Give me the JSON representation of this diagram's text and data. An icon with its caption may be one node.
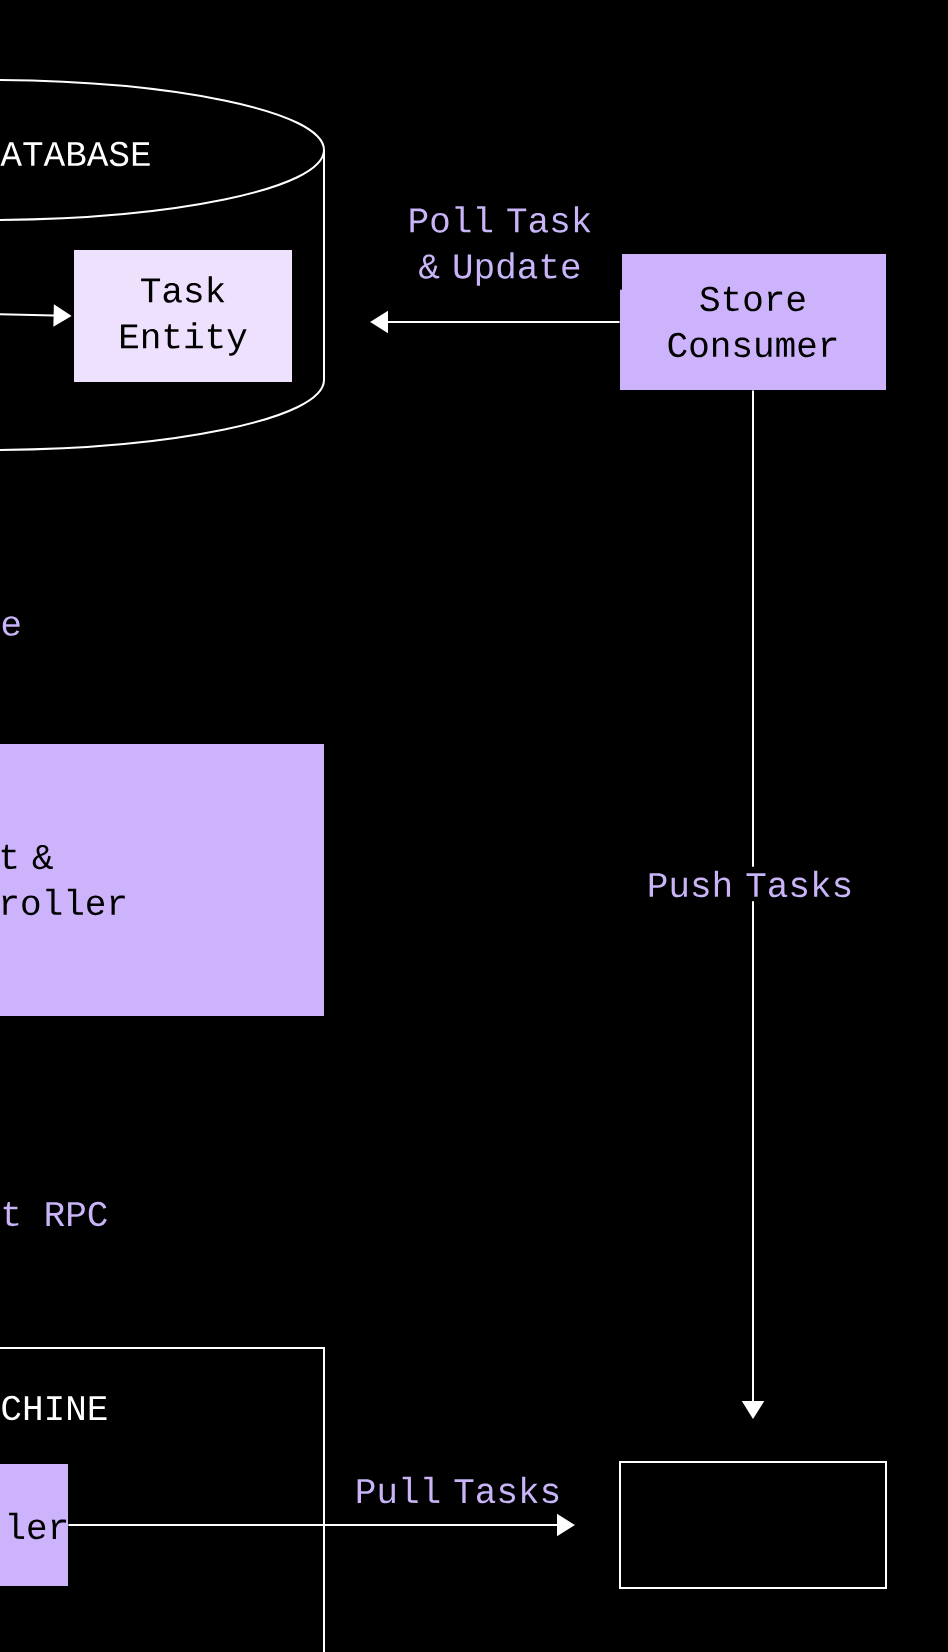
{
  "diagram": {
    "nodes": [
      {
        "text": [
          "ATABASE"
        ]
      },
      {
        "text": [
          "Task Entity"
        ],
        "in": 0
      },
      {
        "text": [
          "Store Consumer"
        ]
      },
      {
        "text": [
          "t & roller"
        ]
      },
      {
        "text": [
          "CHINE"
        ]
      },
      {
        "text": [
          "ler"
        ],
        "in": 4
      },
      {
        "text": [],
        "shape": "box"
      }
    ],
    "edges": [
      {
        "from": 2,
        "to": 0,
        "arrow": "to",
        "label": "Poll Task & Update"
      },
      {
        "from": 2,
        "to": 6,
        "arrow": "to",
        "label": "Push Tasks"
      },
      {
        "from": 5,
        "to": 6,
        "arrow": "to",
        "label": "Pull Tasks"
      },
      {
        "from": null,
        "to": 1,
        "arrow": "to"
      }
    ],
    "labels": [
      "e",
      "t RPC"
    ]
  }
}
